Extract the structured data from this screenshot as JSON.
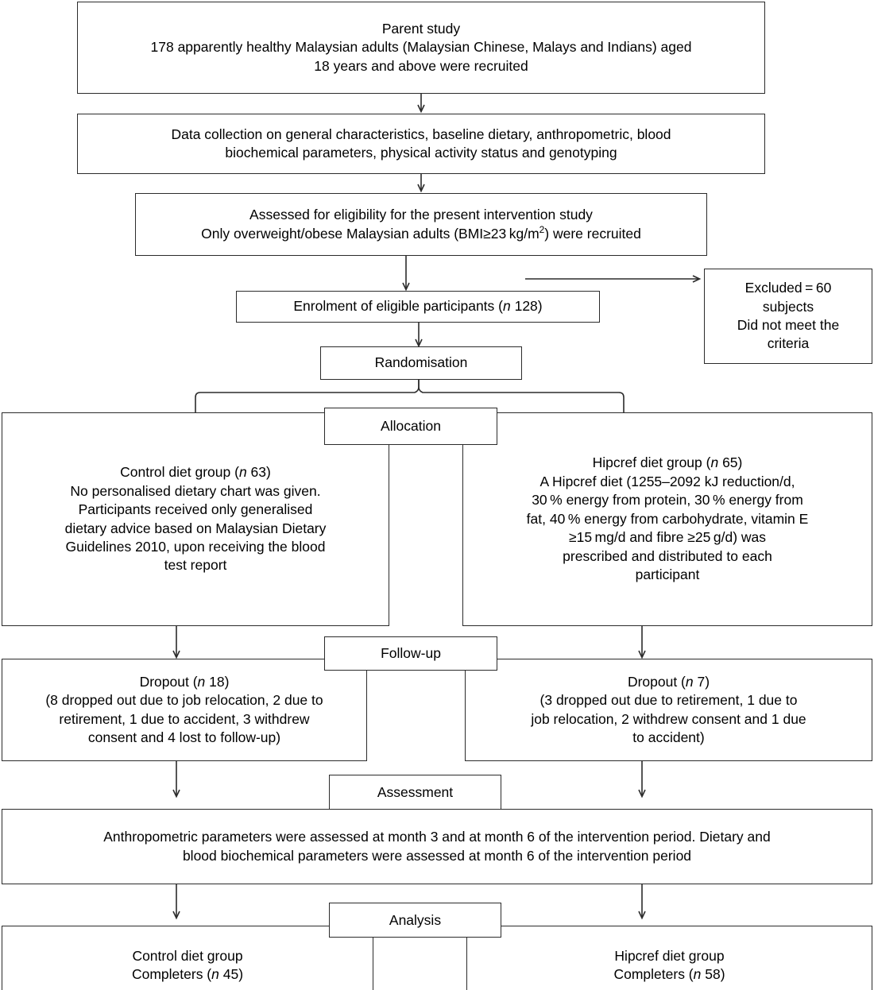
{
  "figure": {
    "type": "flow-diagram",
    "title": "CONSORT-style participant flow diagram"
  },
  "boxes": {
    "parent_study": {
      "line1": "Parent study",
      "line2": "178 apparently healthy Malaysian adults (Malaysian Chinese, Malays and Indians) aged",
      "line3": "18 years and above were recruited"
    },
    "data_collection": {
      "line1": "Data collection on general characteristics, baseline dietary, anthropometric, blood",
      "line2": "biochemical parameters, physical activity status and genotyping"
    },
    "eligibility": {
      "line1": "Assessed for eligibility for the present intervention study",
      "line2_a": "Only overweight/obese Malaysian adults (BMI",
      "line2_ge": "≥",
      "line2_b": "23",
      "line2_unit": "kg/m",
      "line2_sup": "2",
      "line2_c": ") were recruited"
    },
    "enrolment": {
      "text_a": "Enrolment of eligible participants (",
      "n_symbol": "n",
      "text_b": " 128)"
    },
    "randomisation": {
      "label": "Randomisation"
    },
    "excluded": {
      "line1": "Excluded = 60",
      "line2": "subjects",
      "line3": "Did not meet the",
      "line4": "criteria"
    },
    "allocation_label": {
      "label": "Allocation"
    },
    "control_group": {
      "line1_a": "Control diet group (",
      "n_symbol": "n",
      "line1_b": " 63)",
      "line2": "No personalised dietary chart was given.",
      "line3": "Participants received only generalised",
      "line4": "dietary advice based on Malaysian Dietary",
      "line5": "Guidelines 2010, upon receiving the blood",
      "line6": "test report"
    },
    "hipcref_group": {
      "line1_a": "Hipcref diet group (",
      "n_symbol": "n",
      "line1_b": " 65)",
      "line2": "A Hipcref diet (1255–2092 kJ reduction/d,",
      "line3": "30 % energy from protein, 30 % energy from",
      "line4": "fat, 40 % energy from carbohydrate, vitamin E",
      "line5": "≥15 mg/d and fibre ≥25 g/d) was",
      "line6": "prescribed and distributed to each",
      "line7": "participant"
    },
    "followup_label": {
      "label": "Follow-up"
    },
    "dropout_control": {
      "line1_a": "Dropout (",
      "n_symbol": "n",
      "line1_b": " 18)",
      "line2": "(8 dropped out due to job relocation, 2 due to",
      "line3": "retirement, 1 due to accident, 3 withdrew",
      "line4": "consent and 4 lost to follow-up)"
    },
    "dropout_hipcref": {
      "line1_a": "Dropout (",
      "n_symbol": "n",
      "line1_b": " 7)",
      "line2": "(3 dropped out due to retirement, 1 due to",
      "line3": "job relocation, 2 withdrew consent and 1 due",
      "line4": "to accident)"
    },
    "assessment_label": {
      "label": "Assessment"
    },
    "assessment_body": {
      "line1": "Anthropometric parameters were assessed at month 3 and at month 6 of the intervention period. Dietary and",
      "line2": "blood biochemical parameters were assessed at month 6 of the intervention period"
    },
    "analysis_label": {
      "label": "Analysis"
    },
    "completers_control": {
      "line1": "Control diet group",
      "line2_a": "Completers (",
      "n_symbol": "n",
      "line2_b": " 45)"
    },
    "completers_hipcref": {
      "line1": "Hipcref diet group",
      "line2_a": "Completers (",
      "n_symbol": "n",
      "line2_b": " 58)"
    }
  },
  "colors": {
    "stroke": "#2b2b2b",
    "background": "#ffffff",
    "text": "#000000"
  }
}
